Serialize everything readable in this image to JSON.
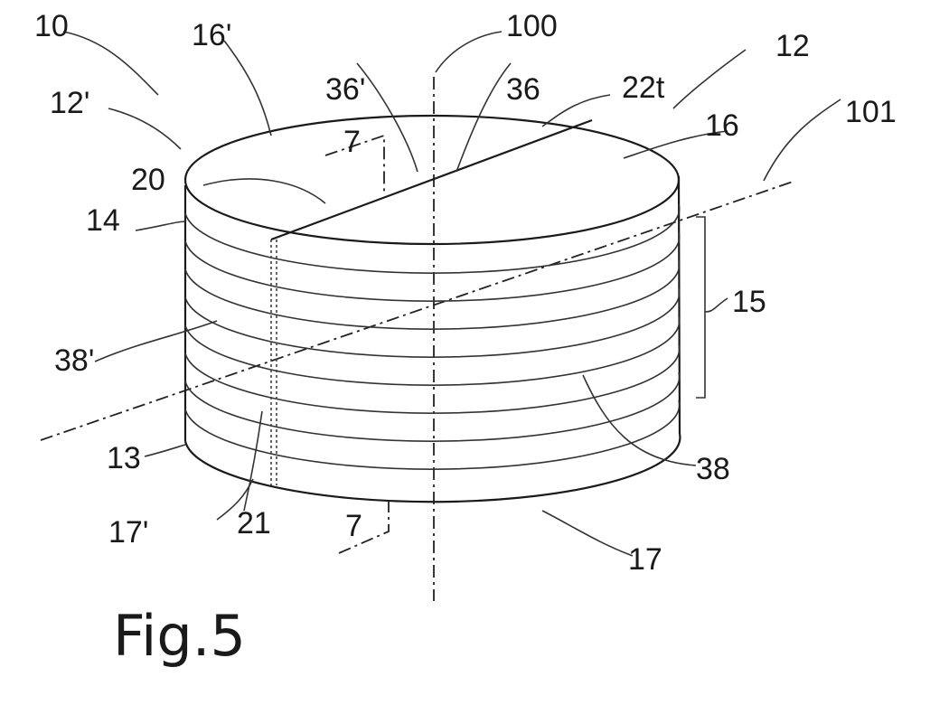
{
  "figure_label": "Fig.5",
  "reference_numerals": {
    "n10": "10",
    "n16p": "16'",
    "n100": "100",
    "n12": "12",
    "n12p": "12'",
    "n36p": "36'",
    "n36": "36",
    "n22t": "22t",
    "n16": "16",
    "n101": "101",
    "n20": "20",
    "n7top": "7",
    "n14": "14",
    "n15": "15",
    "n38p": "38'",
    "n38": "38",
    "n13": "13",
    "n21": "21",
    "n17p": "17'",
    "n7bot": "7",
    "n17": "17"
  }
}
